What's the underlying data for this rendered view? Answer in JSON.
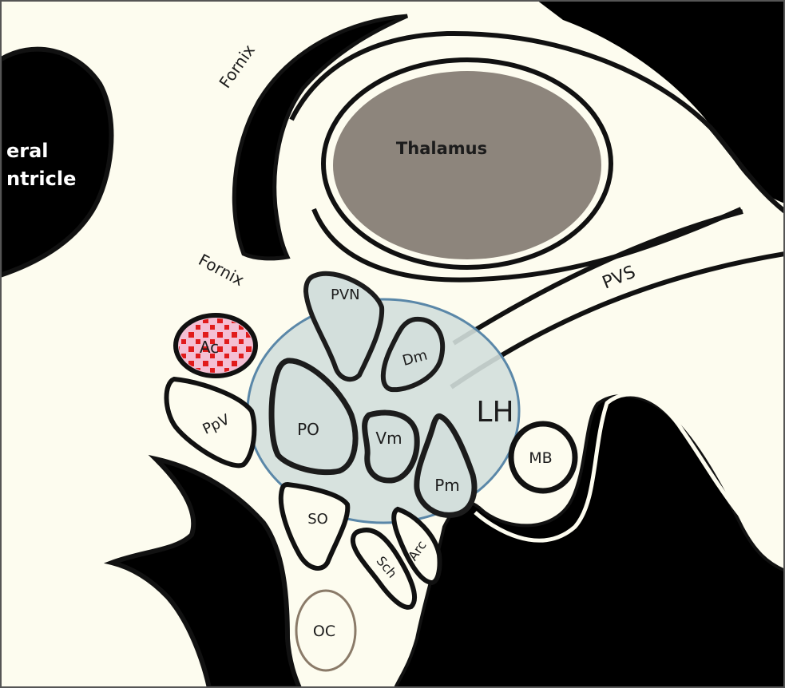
{
  "labels": {
    "lateral_ventricle_line1": "eral",
    "lateral_ventricle_line2": "ntricle",
    "fornix_top": "Fornix",
    "fornix_lower": "Fornix",
    "thalamus": "Thalamus",
    "pvs": "PVS",
    "pvn": "PVN",
    "dm": "Dm",
    "ac": "Ac",
    "lh": "LH",
    "ppv": "PpV",
    "po": "PO",
    "vm": "Vm",
    "mb": "MB",
    "pm": "Pm",
    "so": "SO",
    "arc": "Arc",
    "sch": "Sch",
    "oc": "OC"
  },
  "colors": {
    "background": "#fdfcef",
    "outline": "#111111",
    "thalamus_fill": "#8d857c",
    "lh_fill": "#d3dfdc",
    "lh_stroke": "#5a87a8",
    "ac_fill": "#f4bfd3",
    "ac_dots": "#e11b1b",
    "oc_stroke": "#8a7a68",
    "dark_region": "#000000"
  }
}
